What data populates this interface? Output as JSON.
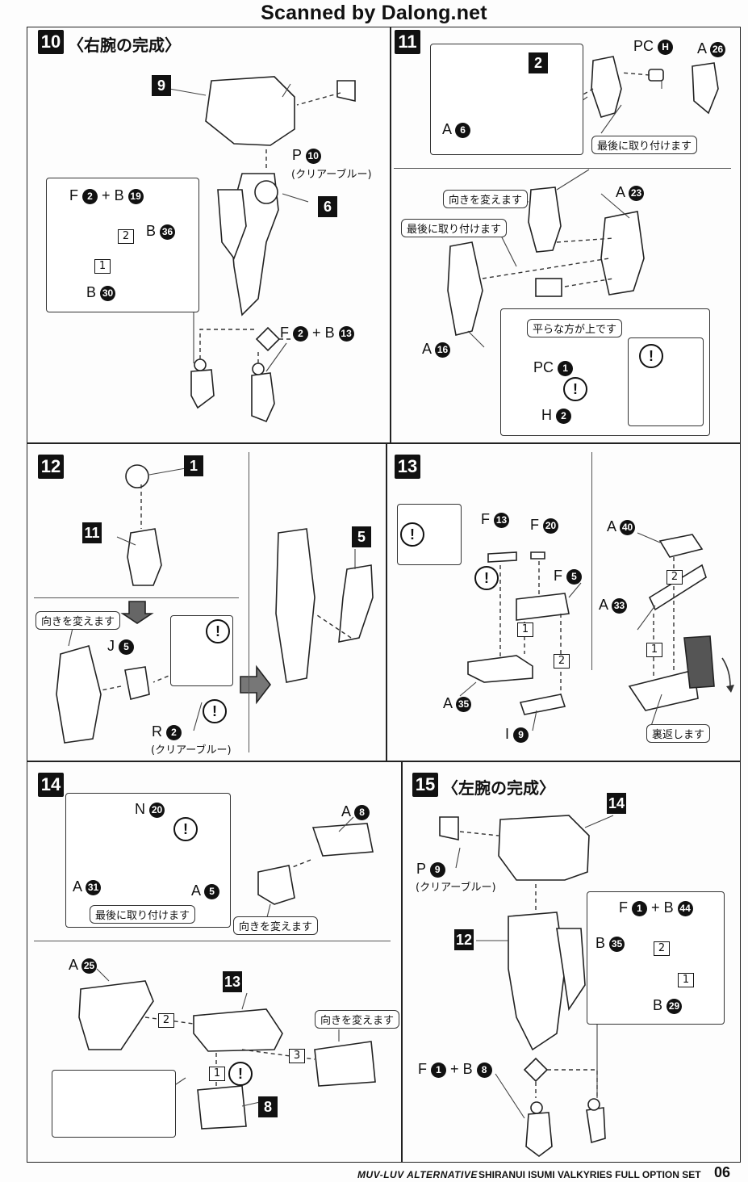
{
  "watermark": "Scanned by Dalong.net",
  "steps": {
    "s10": {
      "num": "10",
      "title": "〈右腕の完成〉",
      "labels": {
        "p9": "9",
        "p6": "6",
        "pP10": "P",
        "pP10n": "10",
        "clear": "(クリアーブルー)",
        "fb1_f": "F",
        "fb1_fn": "2",
        "fb1_plus": "+",
        "fb1_b": "B",
        "fb1_bn": "19",
        "b36": "B",
        "b36n": "36",
        "b30": "B",
        "b30n": "30",
        "seq1": "1",
        "seq2": "2",
        "fb2_f": "F",
        "fb2_fn": "2",
        "fb2_plus": "+",
        "fb2_b": "B",
        "fb2_bn": "13"
      }
    },
    "s11": {
      "num": "11",
      "labels": {
        "p2": "2",
        "a6": "A",
        "a6n": "6",
        "pch": "PC",
        "pchn": "H",
        "a26": "A",
        "a26n": "26",
        "last1": "最後に取り付けます",
        "turn": "向きを変えます",
        "last2": "最後に取り付けます",
        "a23": "A",
        "a23n": "23",
        "a16": "A",
        "a16n": "16",
        "flat": "平らな方が上です",
        "pc1": "PC",
        "pc1n": "1",
        "h2": "H",
        "h2n": "2",
        "warn": "!"
      }
    },
    "s12": {
      "num": "12",
      "labels": {
        "p1": "1",
        "p11": "11",
        "p5": "5",
        "turn": "向きを変えます",
        "j5": "J",
        "j5n": "5",
        "r2": "R",
        "r2n": "2",
        "clear": "(クリアーブルー)",
        "warn": "!"
      }
    },
    "s13": {
      "num": "13",
      "labels": {
        "f13": "F",
        "f13n": "13",
        "f20": "F",
        "f20n": "20",
        "f5": "F",
        "f5n": "5",
        "a35": "A",
        "a35n": "35",
        "i9": "I",
        "i9n": "9",
        "a40": "A",
        "a40n": "40",
        "a33": "A",
        "a33n": "33",
        "flip": "裏返します",
        "seq1": "1",
        "seq2": "2",
        "warn": "!"
      }
    },
    "s14": {
      "num": "14",
      "labels": {
        "n20": "N",
        "n20n": "20",
        "a8": "A",
        "a8n": "8",
        "a31": "A",
        "a31n": "31",
        "a5": "A",
        "a5n": "5",
        "last": "最後に取り付けます",
        "turn1": "向きを変えます",
        "a25": "A",
        "a25n": "25",
        "p13": "13",
        "p8": "8",
        "turn2": "向きを変えます",
        "seq1": "1",
        "seq2": "2",
        "seq3": "3",
        "warn": "!"
      }
    },
    "s15": {
      "num": "15",
      "title": "〈左腕の完成〉",
      "labels": {
        "p14": "14",
        "p12": "12",
        "pP9": "P",
        "pP9n": "9",
        "clear": "(クリアーブルー)",
        "fb1_f": "F",
        "fb1_fn": "1",
        "fb1_plus": "+",
        "fb1_b": "B",
        "fb1_bn": "44",
        "b35": "B",
        "b35n": "35",
        "b29": "B",
        "b29n": "29",
        "seq1": "1",
        "seq2": "2",
        "fb2_f": "F",
        "fb2_fn": "1",
        "fb2_plus": "+",
        "fb2_b": "B",
        "fb2_bn": "8"
      }
    }
  },
  "footer": {
    "series": "MUV-LUV ALTERNATIVE",
    "product": "SHIRANUI ISUMI VALKYRIES FULL OPTION SET",
    "page": "06"
  }
}
